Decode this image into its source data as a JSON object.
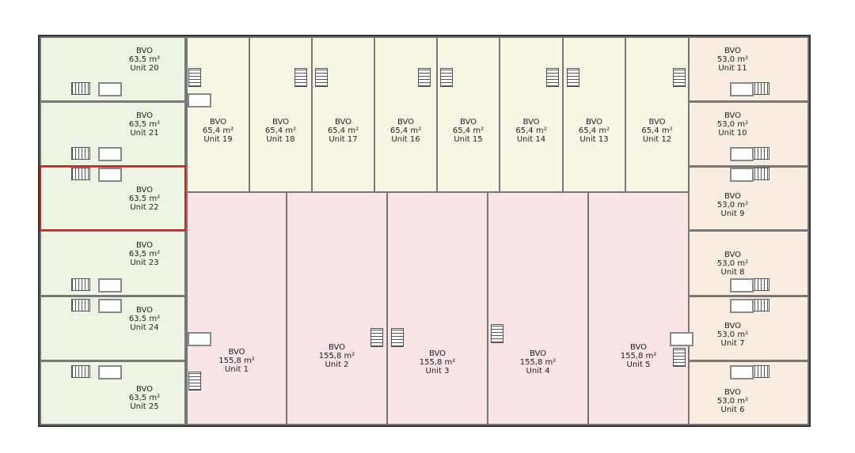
{
  "plan": {
    "selected_unit": "Unit 22",
    "colors": {
      "small_left": "#eef4e3",
      "small_top": "#f8f7e5",
      "large": "#f8e3e5",
      "small_right": "#f9ece1",
      "selection": "#d02020"
    },
    "units": [
      {
        "type": "BVO",
        "area": "63,5 m²",
        "name": "Unit 20"
      },
      {
        "type": "BVO",
        "area": "63,5 m²",
        "name": "Unit 21"
      },
      {
        "type": "BVO",
        "area": "63,5 m²",
        "name": "Unit 22"
      },
      {
        "type": "BVO",
        "area": "63,5 m²",
        "name": "Unit 23"
      },
      {
        "type": "BVO",
        "area": "63,5 m²",
        "name": "Unit 24"
      },
      {
        "type": "BVO",
        "area": "63,5 m²",
        "name": "Unit 25"
      },
      {
        "type": "BVO",
        "area": "65,4 m²",
        "name": "Unit 19"
      },
      {
        "type": "BVO",
        "area": "65,4 m²",
        "name": "Unit 18"
      },
      {
        "type": "BVO",
        "area": "65,4 m²",
        "name": "Unit 17"
      },
      {
        "type": "BVO",
        "area": "65,4 m²",
        "name": "Unit 16"
      },
      {
        "type": "BVO",
        "area": "65,4 m²",
        "name": "Unit 15"
      },
      {
        "type": "BVO",
        "area": "65,4 m²",
        "name": "Unit 14"
      },
      {
        "type": "BVO",
        "area": "65,4 m²",
        "name": "Unit 13"
      },
      {
        "type": "BVO",
        "area": "65,4 m²",
        "name": "Unit 12"
      },
      {
        "type": "BVO",
        "area": "155,8 m²",
        "name": "Unit 1"
      },
      {
        "type": "BVO",
        "area": "155,8 m²",
        "name": "Unit 2"
      },
      {
        "type": "BVO",
        "area": "155,8 m²",
        "name": "Unit 3"
      },
      {
        "type": "BVO",
        "area": "155,8 m²",
        "name": "Unit 4"
      },
      {
        "type": "BVO",
        "area": "155,8 m²",
        "name": "Unit 5"
      },
      {
        "type": "BVO",
        "area": "53,0 m²",
        "name": "Unit 11"
      },
      {
        "type": "BVO",
        "area": "53,0 m²",
        "name": "Unit 10"
      },
      {
        "type": "BVO",
        "area": "53,0 m²",
        "name": "Unit 9"
      },
      {
        "type": "BVO",
        "area": "53,0 m²",
        "name": "Unit 8"
      },
      {
        "type": "BVO",
        "area": "53,0 m²",
        "name": "Unit 7"
      },
      {
        "type": "BVO",
        "area": "53,0 m²",
        "name": "Unit 6"
      }
    ]
  }
}
